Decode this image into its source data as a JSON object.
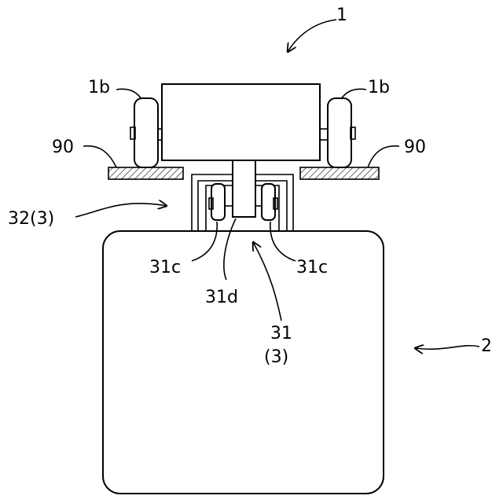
{
  "labels": {
    "device": "1",
    "wheel_left": "1b",
    "wheel_right": "1b",
    "rail_left": "90",
    "rail_right": "90",
    "guide": "32(3)",
    "roller_left": "31c",
    "roller_right": "31c",
    "shaft": "31d",
    "rail_assembly_line1": "31",
    "rail_assembly_line2": "(3)",
    "vehicle": "2"
  },
  "colors": {
    "stroke": "#000000",
    "background": "#ffffff"
  }
}
